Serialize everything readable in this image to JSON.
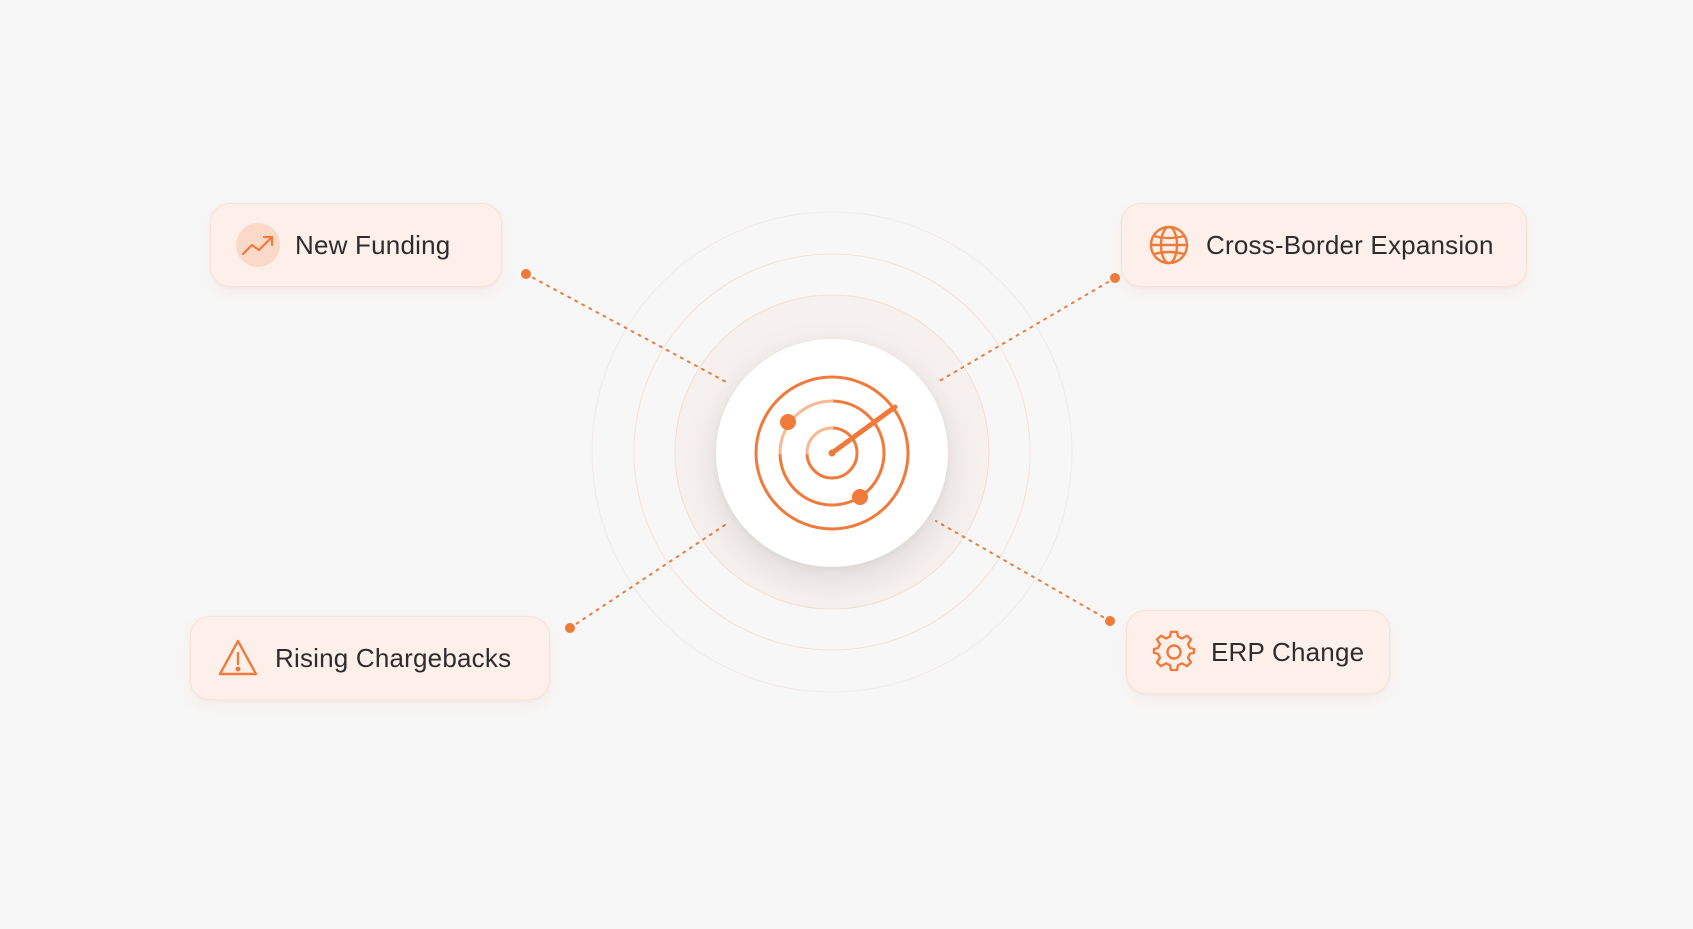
{
  "center": {
    "icon": "radar-icon"
  },
  "signals": {
    "new_funding": {
      "label": "New Funding",
      "icon": "trending-up-icon"
    },
    "cross_border": {
      "label": "Cross-Border Expansion",
      "icon": "globe-icon"
    },
    "rising_chargebacks": {
      "label": "Rising Chargebacks",
      "icon": "warning-triangle-icon"
    },
    "erp_change": {
      "label": "ERP Change",
      "icon": "gear-icon"
    }
  },
  "colors": {
    "accent": "#ef7a3a",
    "card_bg": "#fdf0ea",
    "card_border": "#fbe2d7",
    "background": "#f7f7f7",
    "text": "#2d2d2d"
  }
}
